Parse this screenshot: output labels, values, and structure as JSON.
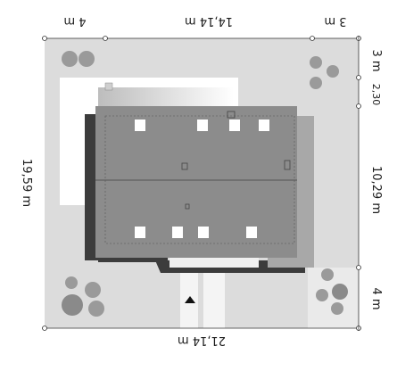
{
  "dimensions": {
    "top_left": "4 m",
    "top_middle": "14,14 m",
    "top_right": "3 m",
    "bottom": "21,14 m",
    "left": "19,59 m",
    "right_top": "3 m",
    "right_gap": "2,30",
    "right_middle": "10,29 m",
    "right_bottom": "4 m"
  },
  "colors": {
    "plot": "#dcdcdc",
    "roof": "#8c8c8c",
    "roof_right": "#a8a8a8",
    "shadow": "#3c3c3c",
    "terrace": "#ffffff",
    "path": "#f4f4f4",
    "tree": "#9a9a9a"
  },
  "icons": {
    "entrance": "entrance-arrow-icon"
  }
}
